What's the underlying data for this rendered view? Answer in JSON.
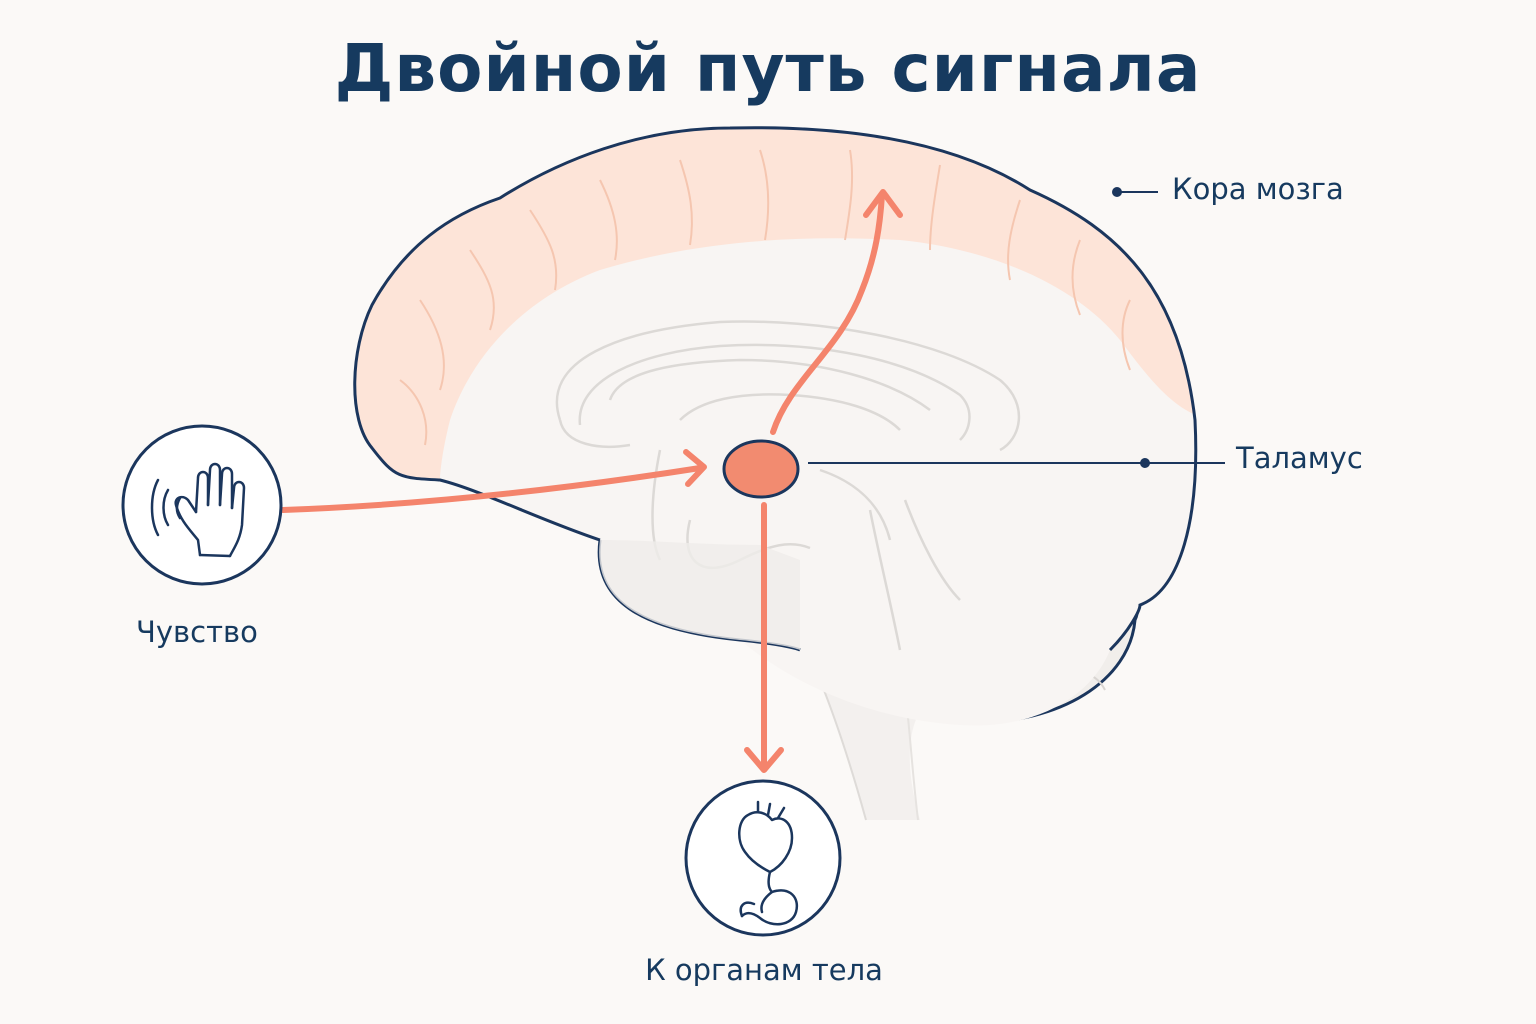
{
  "title": "Двойной путь сигнала",
  "labels": {
    "cortex": "Кора мозга",
    "thalamus": "Таламус",
    "feeling": "Чувство",
    "organs": "К органам тела"
  },
  "icons": {
    "feeling": "waving-hand-icon",
    "organs": "heart-stomach-icon"
  },
  "colors": {
    "title": "#163a5f",
    "outline": "#1b365d",
    "arrow": "#f4846c",
    "thalamus_fill": "#f28b70",
    "cortex_fill": "#fde3d6",
    "background": "#fbf9f7"
  }
}
